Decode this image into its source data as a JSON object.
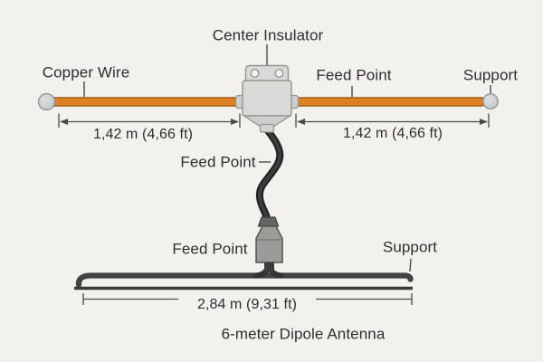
{
  "title": "6-meter Dipole Antenna",
  "labels": {
    "center_insulator": "Center Insulator",
    "copper_wire": "Copper Wire",
    "feed_point_top": "Feed Point",
    "support_top": "Support",
    "feed_point_mid": "Feed Point",
    "feed_point_bottom": "Feed Point",
    "support_bottom": "Support"
  },
  "dimensions": {
    "left_leg": "1,42 m (4,66 ft)",
    "right_leg": "1,42 m (4,66 ft)",
    "total": "2,84 m (9,31 ft)"
  },
  "colors": {
    "background": "#f2f1ee",
    "text": "#2e2e2e",
    "line": "#4a4a4a",
    "copper": "#de8227",
    "copper_border": "#a25c11",
    "metal": "#d9d9d7",
    "metal_border": "#94948e",
    "cable": "#1f1f1f",
    "connector": "#9b9b99"
  }
}
